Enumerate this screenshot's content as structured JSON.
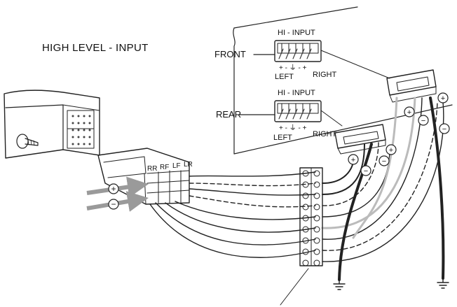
{
  "heading": "HIGH LEVEL - INPUT",
  "front": {
    "label": "FRONT",
    "connector": "HI - INPUT",
    "pins": "+ -  ⏚  - +",
    "left": "LEFT",
    "right": "RIGHT"
  },
  "rear": {
    "label": "REAR",
    "connector": "HI - INPUT",
    "pins": "+ -  ⏚  - +",
    "left": "LEFT",
    "right": "RIGHT"
  },
  "plug_channels": [
    "RR",
    "RF",
    "LF",
    "LR"
  ],
  "symbols": {
    "plus": "+",
    "minus": "−"
  }
}
